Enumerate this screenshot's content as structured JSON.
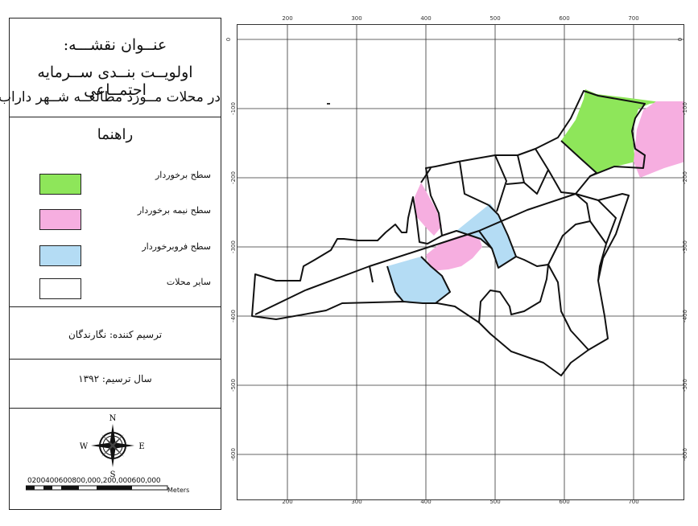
{
  "legend": {
    "title_line1": "عنــوان نقشـــه:",
    "title_line2": "اولویــت بنــدی ســرمایه اجتمــاعی",
    "title_line3": "در محلات مــورد مطالعــه شــهر داراب",
    "heading": "راهنما",
    "items": [
      {
        "label": "سطح برخوردار",
        "color": "#8ee65a"
      },
      {
        "label": "سطح نیمه برخوردار",
        "color": "#f6aee0"
      },
      {
        "label": "سطح فروبرخوردار",
        "color": "#b4dcf4"
      },
      {
        "label": "سایر محلات",
        "color": "#ffffff"
      }
    ],
    "author": "ترسیم کننده: نگارندگان",
    "year": "سال ترسیم: ۱۳۹۲",
    "compass": {
      "n": "N",
      "s": "S",
      "e": "E",
      "w": "W"
    },
    "scale_labels": "0200400600800,000,200,000600,000",
    "scale_units": "Meters"
  },
  "map": {
    "x_ticks": [
      "200",
      "300",
      "400",
      "500",
      "600",
      "700"
    ],
    "y_ticks": [
      "0",
      "-100",
      "-200",
      "-300",
      "-400",
      "-500",
      "-600"
    ],
    "x_tick_values": [
      200,
      300,
      400,
      500,
      600,
      700
    ],
    "y_tick_values": [
      0,
      -100,
      -200,
      -300,
      -400,
      -500,
      -600
    ],
    "colors": {
      "high": "#8ee65a",
      "medium": "#f6aee0",
      "low": "#b4dcf4",
      "other": "#ffffff"
    }
  }
}
